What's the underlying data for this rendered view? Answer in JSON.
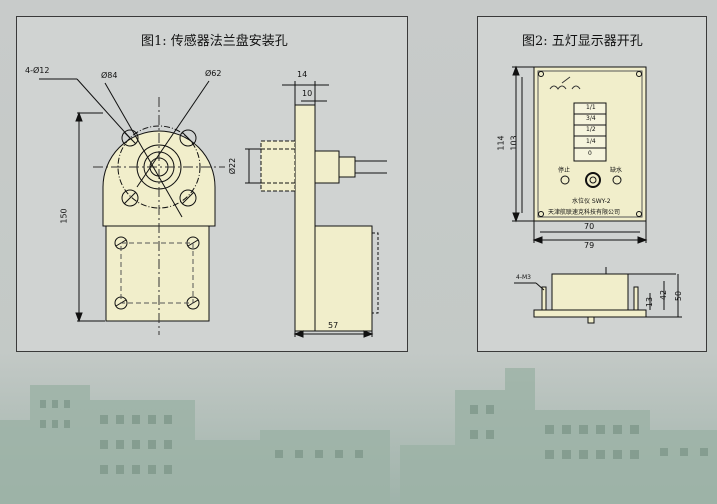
{
  "figure1": {
    "title": "图1: 传感器法兰盘安装孔",
    "dims": {
      "holes": "4-Ø12",
      "d84": "Ø84",
      "d62": "Ø62",
      "h150": "150",
      "w14": "14",
      "w10": "10",
      "d22": "Ø22",
      "w57": "57"
    }
  },
  "figure2": {
    "title": "图2: 五灯显示器开孔",
    "levels": [
      "1/1",
      "3/4",
      "1/2",
      "1/4",
      "0"
    ],
    "btn_left": "停止",
    "btn_right": "缺水",
    "model": "水位仪 SWY-2",
    "company": "天津航联速克科技有限公司",
    "dims": {
      "h114": "114",
      "h103": "103",
      "w70": "70",
      "w79": "79",
      "screws": "4-M3",
      "h42": "42",
      "h13": "13",
      "h50": "50"
    }
  },
  "colors": {
    "part_fill": "#f1eecb",
    "line": "#111111",
    "panel_bg": "#d0d3d2"
  }
}
